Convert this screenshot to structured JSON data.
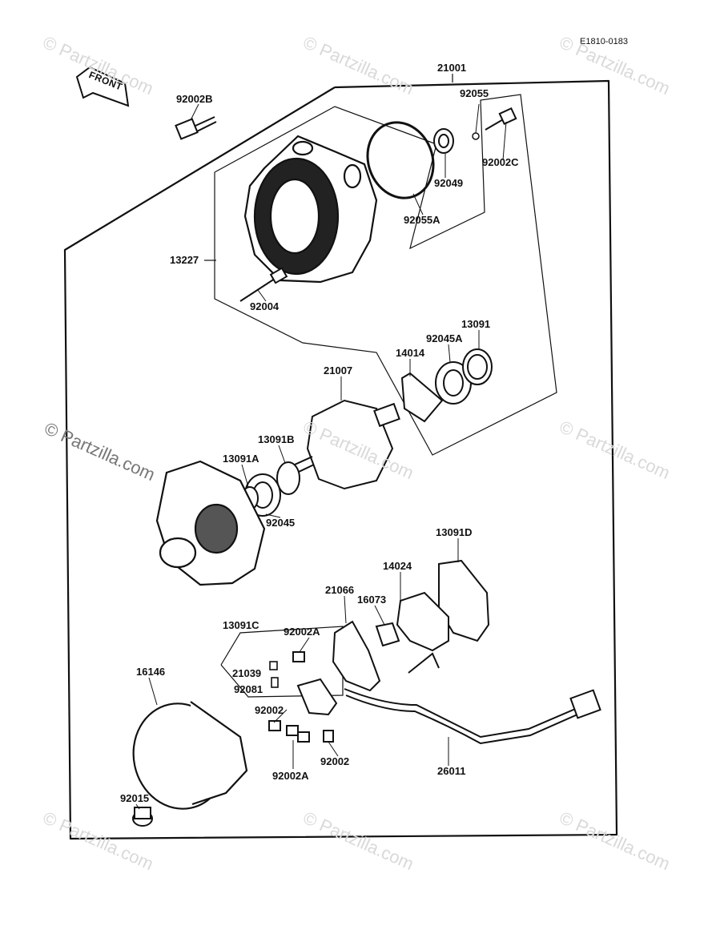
{
  "reference_code": "E1810-0183",
  "front_label": "FRONT",
  "watermark": "© Partzilla.com",
  "colors": {
    "line": "#111111",
    "watermark": "#d9d9d9",
    "background": "#ffffff"
  },
  "labels": {
    "p21001": "21001",
    "p92002B": "92002B",
    "p92055": "92055",
    "p92002C": "92002C",
    "p92049": "92049",
    "p92055A": "92055A",
    "p13227": "13227",
    "p92004": "92004",
    "p13091": "13091",
    "p92045A": "92045A",
    "p14014": "14014",
    "p21007": "21007",
    "p13091B": "13091B",
    "p13091A": "13091A",
    "p92045": "92045",
    "p13091D": "13091D",
    "p14024": "14024",
    "p21066": "21066",
    "p16073": "16073",
    "p13091C": "13091C",
    "p92002A_top": "92002A",
    "p21039": "21039",
    "p92081": "92081",
    "p16146": "16146",
    "p92002_left": "92002",
    "p92002_right": "92002",
    "p92002A_bottom": "92002A",
    "p26011": "26011",
    "p92015": "92015"
  }
}
